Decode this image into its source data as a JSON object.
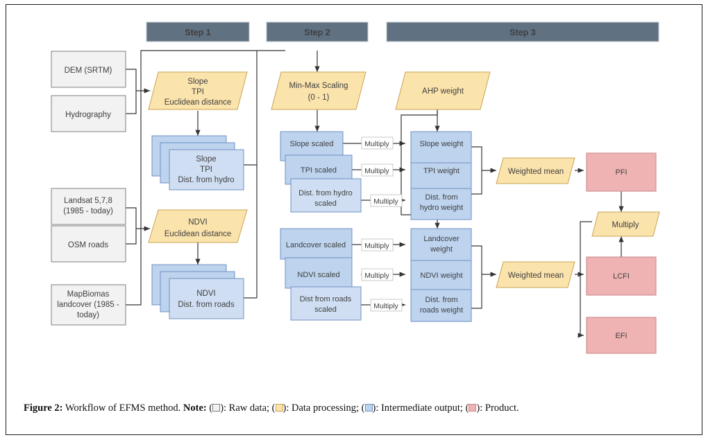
{
  "figure": {
    "caption_label": "Figure 2:",
    "caption_main": " Workflow of EFMS method. ",
    "caption_note_label": "Note:",
    "caption_raw": "): Raw data; (",
    "caption_proc": "): Data processing; (",
    "caption_inter": "): Intermediate output; (",
    "caption_prod": "): Product.",
    "caption_open": " ("
  },
  "colors": {
    "step_header_bg": "#607182",
    "raw_bg": "#f2f2f2",
    "raw_border": "#7f7f7f",
    "process_bg": "#fbe3ac",
    "process_border": "#c8a456",
    "intermediate_bg": "#bdd3ee",
    "intermediate_border": "#6f92c4",
    "product_bg": "#efb3b3",
    "product_border": "#c98585",
    "line": "#404040"
  },
  "steps": [
    {
      "label": "Step 1"
    },
    {
      "label": "Step 2"
    },
    {
      "label": "Step 3"
    }
  ],
  "raw_data": [
    {
      "id": "dem",
      "lines": [
        "DEM (SRTM)"
      ]
    },
    {
      "id": "hydrography",
      "lines": [
        "Hydrography"
      ]
    },
    {
      "id": "landsat",
      "lines": [
        "Landsat 5,7,8",
        "(1985 - today)"
      ]
    },
    {
      "id": "osm",
      "lines": [
        "OSM roads"
      ]
    },
    {
      "id": "mapbiomas",
      "lines": [
        "MapBiomas",
        "landcover (1985 -",
        "today)"
      ]
    }
  ],
  "processing": [
    {
      "id": "topo-proc",
      "lines": [
        "Slope",
        "TPI",
        "Euclidean distance"
      ]
    },
    {
      "id": "minmax",
      "lines": [
        "Min-Max Scaling",
        "(0 - 1)"
      ]
    },
    {
      "id": "ahp",
      "lines": [
        "AHP weight"
      ]
    },
    {
      "id": "ndvi-proc",
      "lines": [
        "NDVI",
        "Euclidean distance"
      ]
    },
    {
      "id": "weighted-mean-pfi",
      "lines": [
        "Weighted mean"
      ]
    },
    {
      "id": "weighted-mean-lcfi",
      "lines": [
        "Weighted mean"
      ]
    },
    {
      "id": "multiply-final",
      "lines": [
        "Multiply"
      ]
    }
  ],
  "intermediate_stacks": [
    {
      "id": "topo-stack",
      "lines": [
        "Slope",
        "TPI",
        "Dist. from hydro"
      ]
    },
    {
      "id": "ndvi-stack",
      "lines": [
        "NDVI",
        "Dist. from roads"
      ]
    }
  ],
  "scaled_group_top": [
    {
      "id": "slope-scaled",
      "lines": [
        "Slope scaled"
      ]
    },
    {
      "id": "tpi-scaled",
      "lines": [
        "TPI scaled"
      ]
    },
    {
      "id": "dist-hydro-scaled",
      "lines": [
        "Dist. from hydro",
        "scaled"
      ]
    }
  ],
  "scaled_group_bottom": [
    {
      "id": "landcover-scaled",
      "lines": [
        "Landcover scaled"
      ]
    },
    {
      "id": "ndvi-scaled",
      "lines": [
        "NDVI scaled"
      ]
    },
    {
      "id": "dist-roads-scaled",
      "lines": [
        "Dist from roads",
        "scaled"
      ]
    }
  ],
  "weights_top": [
    {
      "id": "slope-weight",
      "lines": [
        "Slope weight"
      ]
    },
    {
      "id": "tpi-weight",
      "lines": [
        "TPI weight"
      ]
    },
    {
      "id": "dist-hydro-weight",
      "lines": [
        "Dist. from",
        "hydro weight"
      ]
    }
  ],
  "weights_bottom": [
    {
      "id": "landcover-weight",
      "lines": [
        "Landcover",
        "weight"
      ]
    },
    {
      "id": "ndvi-weight",
      "lines": [
        "NDVI weight"
      ]
    },
    {
      "id": "dist-roads-weight",
      "lines": [
        "Dist. from",
        "roads weight"
      ]
    }
  ],
  "multiply_labels": [
    {
      "id": "multiply-slope",
      "label": "Multiply"
    },
    {
      "id": "multiply-tpi",
      "label": "Multiply"
    },
    {
      "id": "multiply-dist-hydro",
      "label": "Multiply"
    },
    {
      "id": "multiply-landcover",
      "label": "Multiply"
    },
    {
      "id": "multiply-ndvi",
      "label": "Multiply"
    },
    {
      "id": "multiply-dist-roads",
      "label": "Multiply"
    }
  ],
  "products": [
    {
      "id": "pfi",
      "label": "PFI"
    },
    {
      "id": "lcfi",
      "label": "LCFI"
    },
    {
      "id": "efi",
      "label": "EFI"
    }
  ]
}
